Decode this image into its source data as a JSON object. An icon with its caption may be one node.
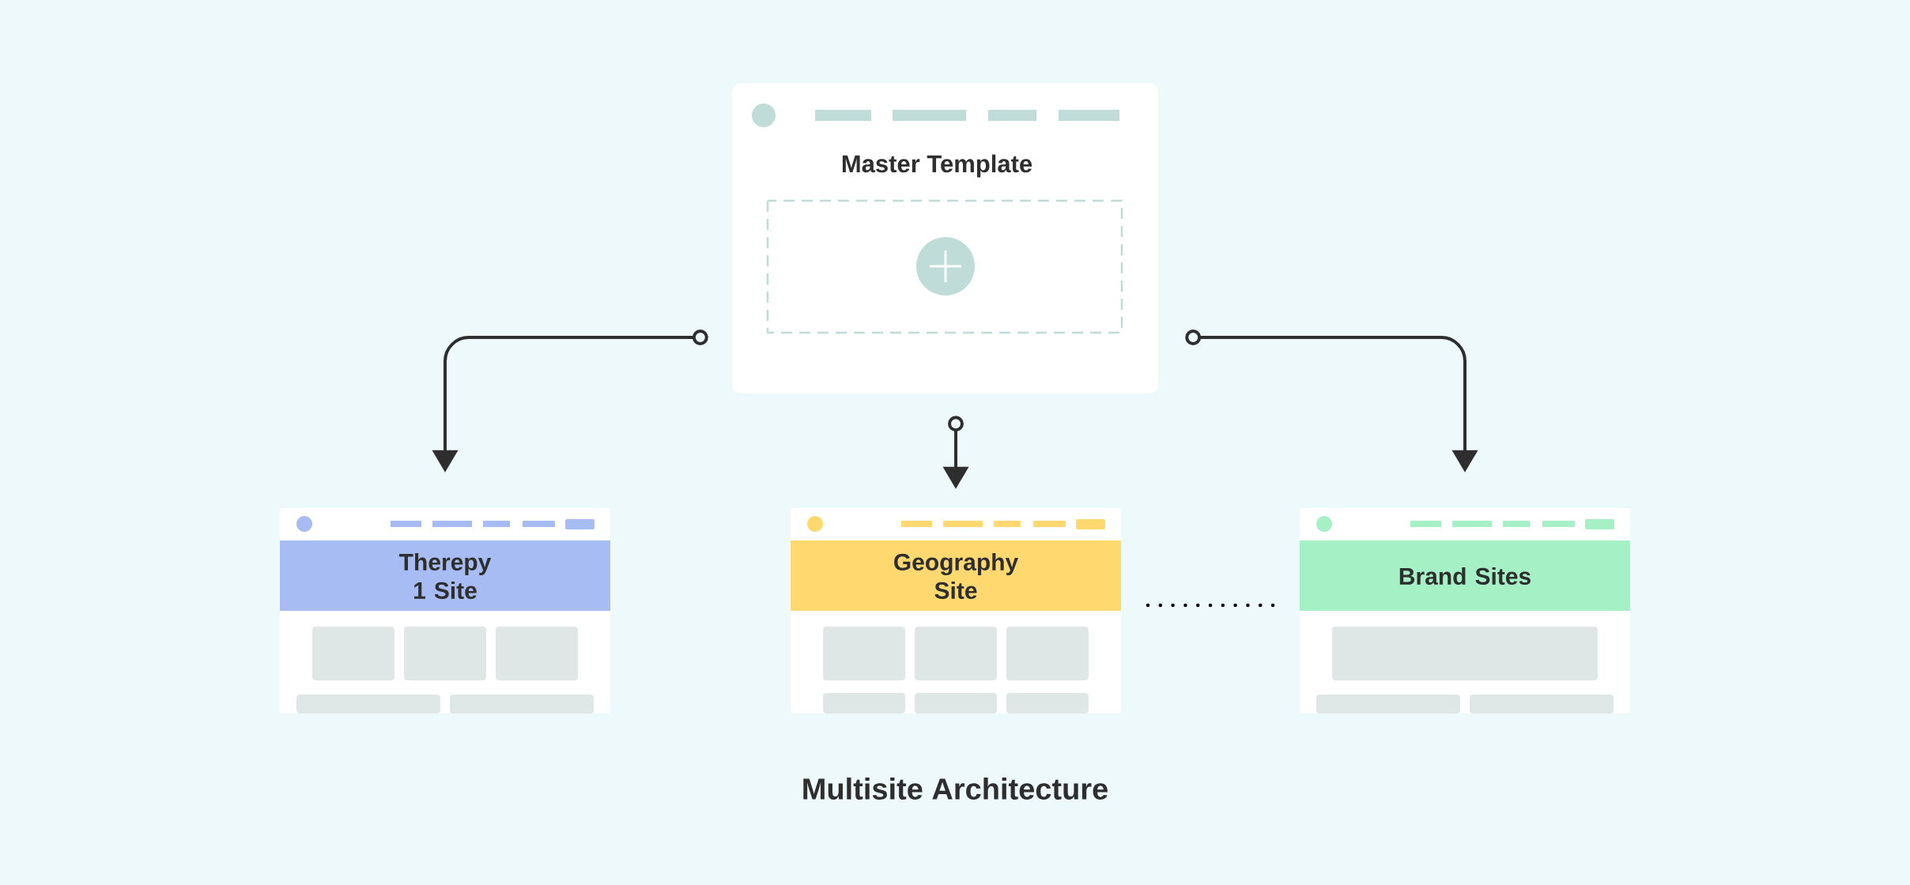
{
  "diagram": {
    "caption": "Multisite Architecture",
    "nodes": [
      {
        "text": [
          "Master Template"
        ]
      },
      {
        "text": [
          "Therepy 1 Site"
        ]
      },
      {
        "text": [
          "Geography Site"
        ]
      },
      {
        "text": [
          "Brand Sites"
        ]
      }
    ],
    "edges": [
      {
        "from": 0,
        "to": 1,
        "arrow": "to"
      },
      {
        "from": 0,
        "to": 2,
        "arrow": "to"
      },
      {
        "from": 0,
        "to": 3,
        "arrow": "to"
      }
    ]
  }
}
